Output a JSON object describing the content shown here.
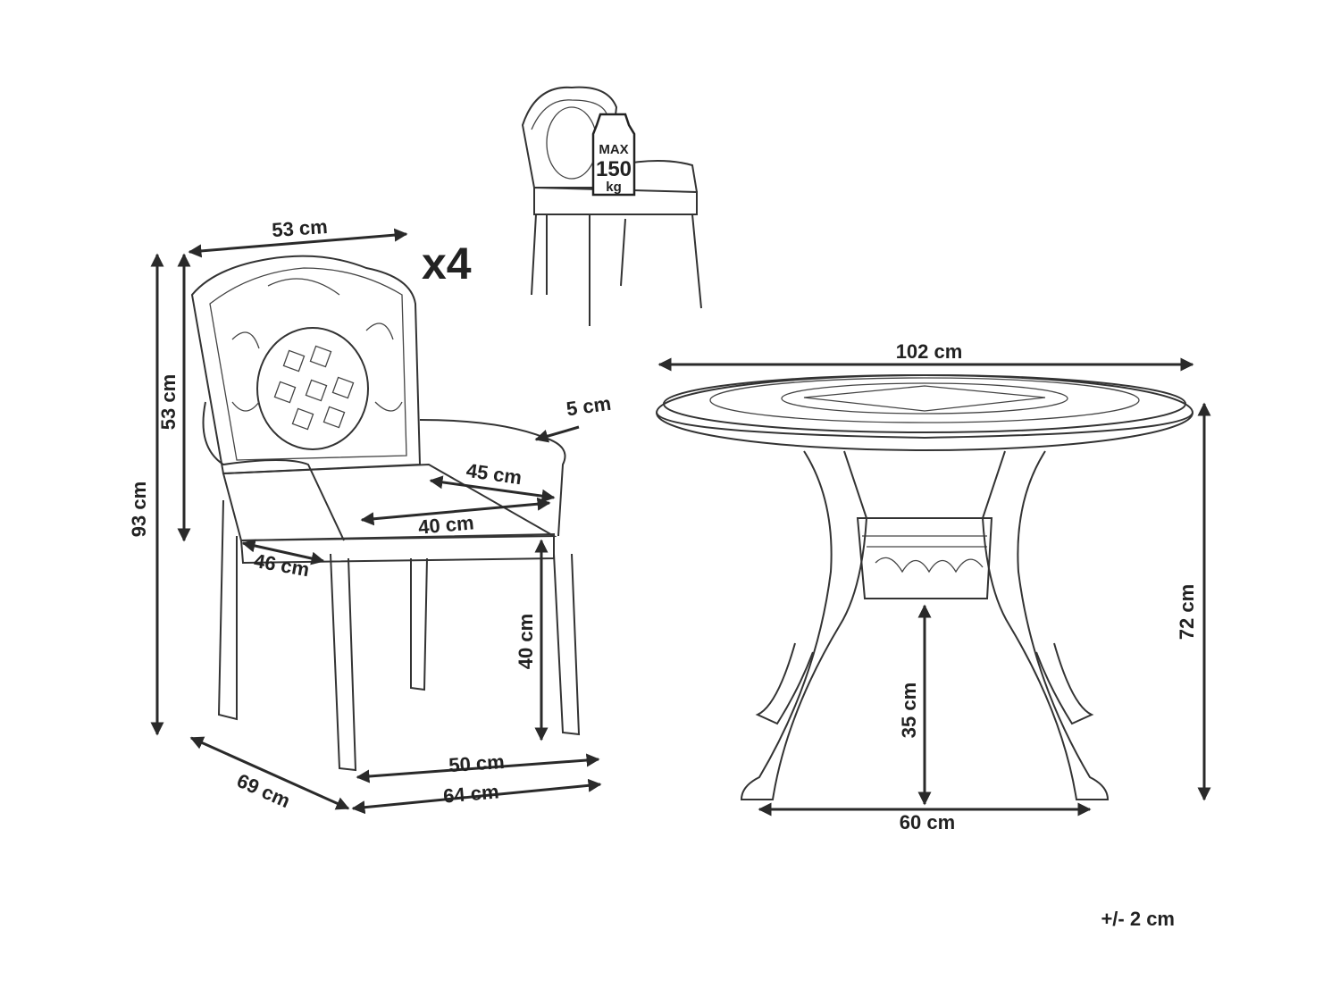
{
  "chair": {
    "quantity": "x4",
    "width_top": "53 cm",
    "height_total": "93 cm",
    "back_height": "53 cm",
    "armrest_width": "5 cm",
    "seat_depth": "45 cm",
    "seat_width": "40 cm",
    "seat_side": "46 cm",
    "seat_height": "40 cm",
    "leg_width": "50 cm",
    "base_width": "64 cm",
    "depth": "69 cm"
  },
  "weight_badge": {
    "max": "MAX",
    "value": "150",
    "unit": "kg"
  },
  "table": {
    "diameter": "102 cm",
    "height": "72 cm",
    "clearance": "35 cm",
    "base_width": "60 cm"
  },
  "tolerance": "+/- 2 cm"
}
